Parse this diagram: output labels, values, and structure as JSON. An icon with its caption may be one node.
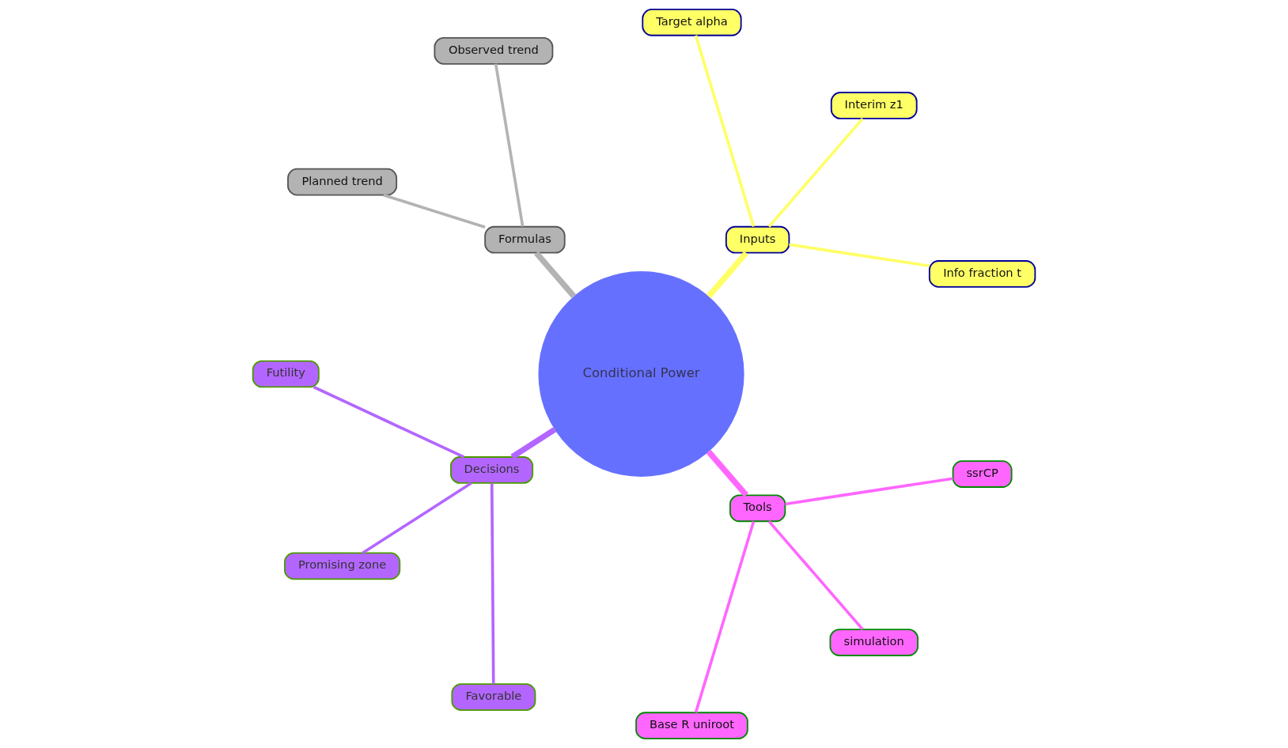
{
  "diagram": {
    "nodes": [
      {
        "text": [
          "Conditional Power"
        ]
      },
      {
        "text": [
          "Inputs"
        ]
      },
      {
        "text": [
          "Info fraction t"
        ]
      },
      {
        "text": [
          "Interim z1"
        ]
      },
      {
        "text": [
          "Target alpha"
        ]
      },
      {
        "text": [
          "Formulas"
        ]
      },
      {
        "text": [
          "Observed trend"
        ]
      },
      {
        "text": [
          "Planned trend"
        ]
      },
      {
        "text": [
          "Decisions"
        ]
      },
      {
        "text": [
          "Futility"
        ]
      },
      {
        "text": [
          "Promising zone"
        ]
      },
      {
        "text": [
          "Favorable"
        ]
      },
      {
        "text": [
          "Tools"
        ]
      },
      {
        "text": [
          "Base R uniroot"
        ]
      },
      {
        "text": [
          "simulation"
        ]
      },
      {
        "text": [
          "ssrCP"
        ]
      }
    ],
    "edges": [
      {
        "from": 0,
        "to": 1,
        "arrow": "none",
        "style": "thick",
        "color": "#ffff66"
      },
      {
        "from": 1,
        "to": 2,
        "arrow": "none",
        "color": "#ffff66"
      },
      {
        "from": 1,
        "to": 3,
        "arrow": "none",
        "color": "#ffff66"
      },
      {
        "from": 1,
        "to": 4,
        "arrow": "none",
        "color": "#ffff66"
      },
      {
        "from": 0,
        "to": 5,
        "arrow": "none",
        "style": "thick",
        "color": "#b3b3b3"
      },
      {
        "from": 5,
        "to": 6,
        "arrow": "none",
        "color": "#b3b3b3"
      },
      {
        "from": 5,
        "to": 7,
        "arrow": "none",
        "color": "#b3b3b3"
      },
      {
        "from": 0,
        "to": 8,
        "arrow": "none",
        "style": "thick",
        "color": "#b366ff"
      },
      {
        "from": 8,
        "to": 9,
        "arrow": "none",
        "color": "#b366ff"
      },
      {
        "from": 8,
        "to": 10,
        "arrow": "none",
        "color": "#b366ff"
      },
      {
        "from": 8,
        "to": 11,
        "arrow": "none",
        "color": "#b366ff"
      },
      {
        "from": 0,
        "to": 12,
        "arrow": "none",
        "style": "thick",
        "color": "#ff66ff"
      },
      {
        "from": 12,
        "to": 13,
        "arrow": "none",
        "color": "#ff66ff"
      },
      {
        "from": 12,
        "to": 14,
        "arrow": "none",
        "color": "#ff66ff"
      },
      {
        "from": 12,
        "to": 15,
        "arrow": "none",
        "color": "#ff66ff"
      }
    ]
  }
}
